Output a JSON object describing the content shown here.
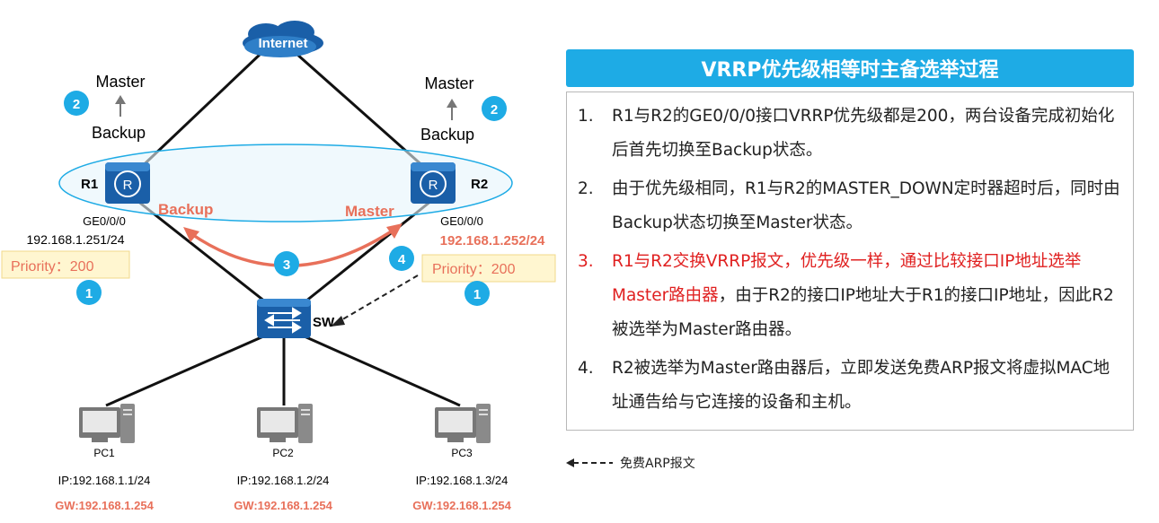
{
  "diagram": {
    "internet": "Internet",
    "r1": {
      "name": "R1",
      "role_top": "Master",
      "role_bottom": "Backup",
      "state": "Backup",
      "interface": "GE0/0/0",
      "ip": "192.168.1.251/24",
      "priority": "Priority：200",
      "badge_top": "2",
      "badge_bottom": "1"
    },
    "r2": {
      "name": "R2",
      "role_top": "Master",
      "role_bottom": "Backup",
      "state": "Master",
      "interface": "GE0/0/0",
      "ip": "192.168.1.252/24",
      "priority": "Priority：200",
      "badge_top": "2",
      "badge_bottom": "1"
    },
    "exchange_badge": "3",
    "arp_badge": "4",
    "switch": "SW",
    "pcs": [
      {
        "name": "PC1",
        "ip": "IP:192.168.1.1/24",
        "gw": "GW:192.168.1.254"
      },
      {
        "name": "PC2",
        "ip": "IP:192.168.1.2/24",
        "gw": "GW:192.168.1.254"
      },
      {
        "name": "PC3",
        "ip": "IP:192.168.1.3/24",
        "gw": "GW:192.168.1.254"
      }
    ]
  },
  "panel": {
    "title": "VRRP优先级相等时主备选举过程",
    "steps": [
      {
        "num": "1.",
        "text": "R1与R2的GE0/0/0接口VRRP优先级都是200，两台设备完成初始化后首先切换至Backup状态。"
      },
      {
        "num": "2.",
        "text": "由于优先级相同，R1与R2的MASTER_DOWN定时器超时后，同时由Backup状态切换至Master状态。"
      },
      {
        "num": "3.",
        "text_red": "R1与R2交换VRRP报文，优先级一样，通过比较接口IP地址选举Master路由器",
        "text": "，由于R2的接口IP地址大于R1的接口IP地址，因此R2被选举为Master路由器。"
      },
      {
        "num": "4.",
        "text": "R2被选举为Master路由器后，立即发送免费ARP报文将虚拟MAC地址通告给与它连接的设备和主机。"
      }
    ]
  },
  "legend": {
    "label": "免费ARP报文"
  },
  "colors": {
    "accent_blue": "#1eabe5",
    "device_blue": "#1a5fa8",
    "highlight_red": "#e8705a",
    "priority_box": "#fff6d0"
  }
}
